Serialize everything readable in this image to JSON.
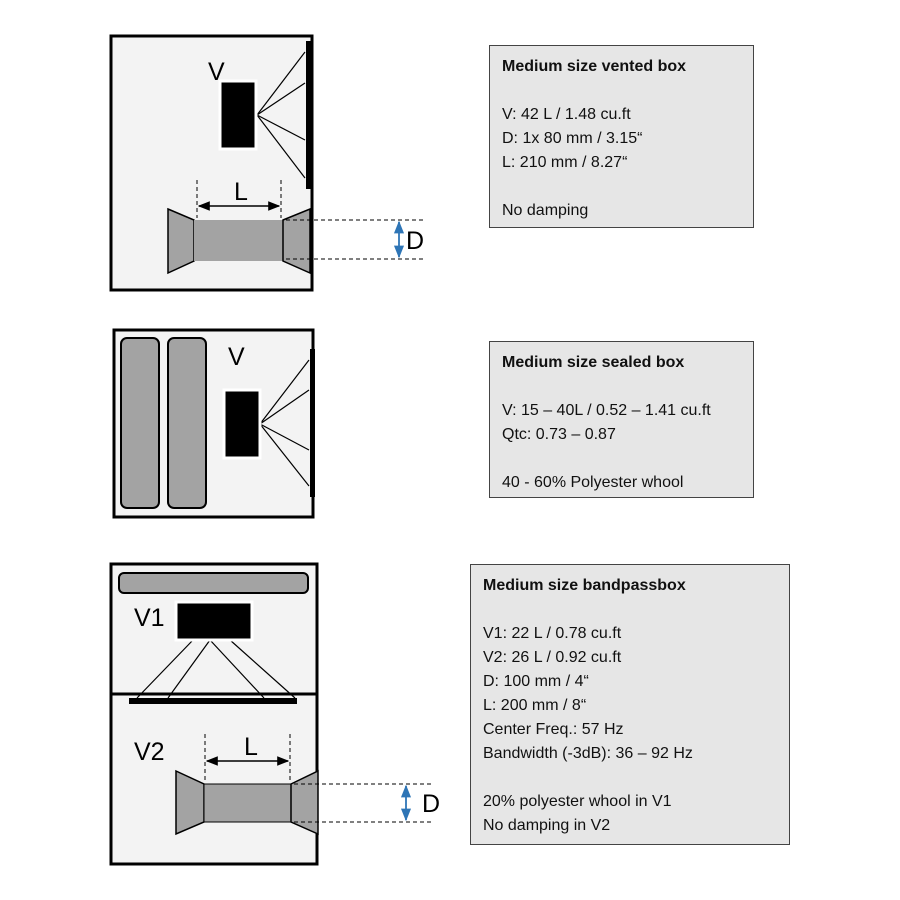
{
  "diagram_labels": {
    "vented_volume": "V",
    "vented_port_length": "L",
    "vented_port_diameter": "D",
    "sealed_volume": "V",
    "bandpass_v1": "V1",
    "bandpass_v2": "V2",
    "bandpass_port_length": "L",
    "bandpass_port_diameter": "D"
  },
  "boxes": {
    "vented": {
      "title": "Medium size vented box",
      "lines": [
        "V: 42 L / 1.48 cu.ft",
        "D: 1x 80 mm / 3.15“",
        "L: 210 mm / 8.27“"
      ],
      "note": [
        "No damping"
      ]
    },
    "sealed": {
      "title": "Medium size sealed box",
      "lines": [
        "V: 15 – 40L / 0.52 – 1.41 cu.ft",
        "Qtc: 0.73 – 0.87"
      ],
      "note": [
        "40 - 60% Polyester whool"
      ]
    },
    "bandpass": {
      "title": "Medium size bandpassbox",
      "lines": [
        "V1: 22 L / 0.78 cu.ft",
        "V2: 26 L / 0.92 cu.ft",
        "D: 100 mm / 4“",
        "L: 200 mm / 8“",
        "Center Freq.: 57 Hz",
        "Bandwidth (-3dB): 36 – 92 Hz"
      ],
      "note": [
        "20% polyester whool in V1",
        "No damping in V2"
      ]
    }
  },
  "colors": {
    "box_fill": "#f3f3f3",
    "port_fill": "#a3a3a3",
    "magnet": "#000000",
    "dimension_arrow": "#2e75b6",
    "info_fill": "#e6e6e6"
  }
}
